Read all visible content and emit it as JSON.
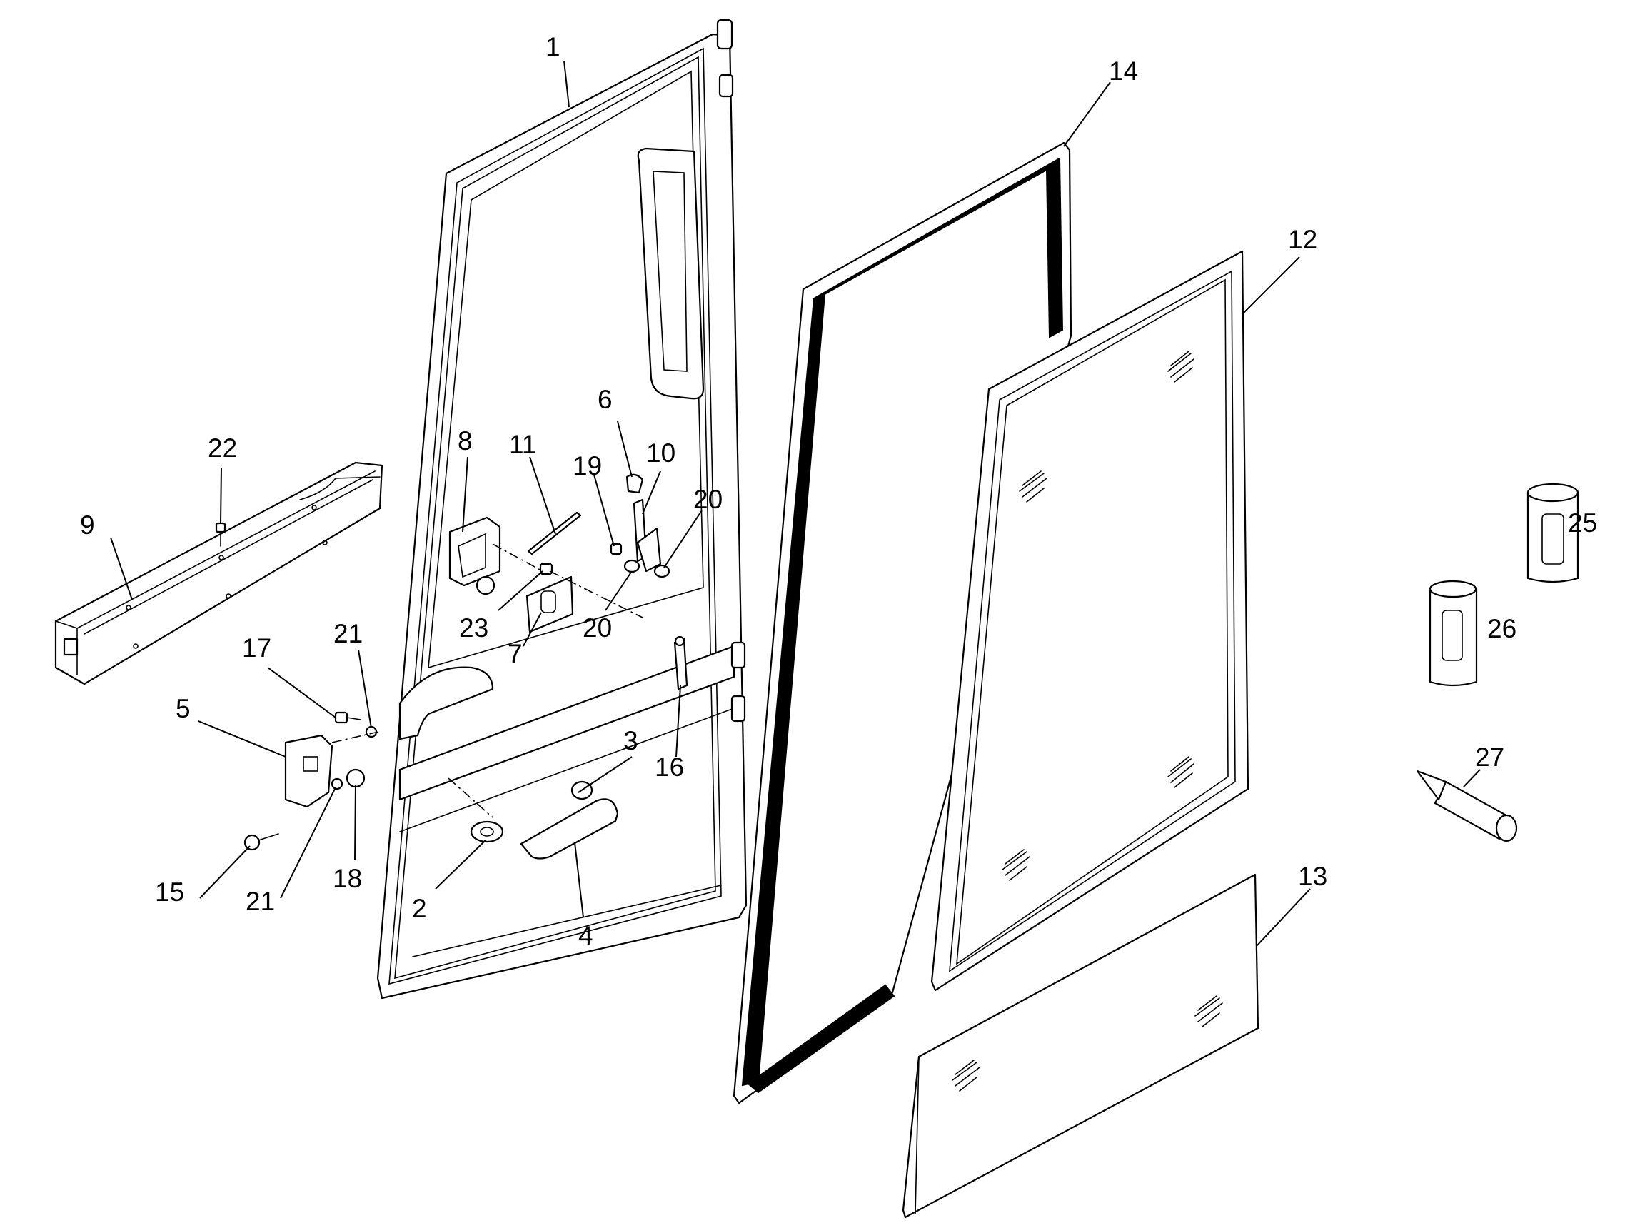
{
  "callouts": [
    {
      "id": "c1",
      "text": "1"
    },
    {
      "id": "c14",
      "text": "14"
    },
    {
      "id": "c12",
      "text": "12"
    },
    {
      "id": "c6",
      "text": "6"
    },
    {
      "id": "c22",
      "text": "22"
    },
    {
      "id": "c8",
      "text": "8"
    },
    {
      "id": "c11",
      "text": "11"
    },
    {
      "id": "c19",
      "text": "19"
    },
    {
      "id": "c10",
      "text": "10"
    },
    {
      "id": "c20a",
      "text": "20"
    },
    {
      "id": "c9",
      "text": "9"
    },
    {
      "id": "c25",
      "text": "25"
    },
    {
      "id": "c23",
      "text": "23"
    },
    {
      "id": "c20b",
      "text": "20"
    },
    {
      "id": "c26",
      "text": "26"
    },
    {
      "id": "c7",
      "text": "7"
    },
    {
      "id": "c21a",
      "text": "21"
    },
    {
      "id": "c17",
      "text": "17"
    },
    {
      "id": "c5",
      "text": "5"
    },
    {
      "id": "c3",
      "text": "3"
    },
    {
      "id": "c16",
      "text": "16"
    },
    {
      "id": "c27",
      "text": "27"
    },
    {
      "id": "c18",
      "text": "18"
    },
    {
      "id": "c15",
      "text": "15"
    },
    {
      "id": "c21b",
      "text": "21"
    },
    {
      "id": "c2",
      "text": "2"
    },
    {
      "id": "c4",
      "text": "4"
    },
    {
      "id": "c13",
      "text": "13"
    }
  ]
}
